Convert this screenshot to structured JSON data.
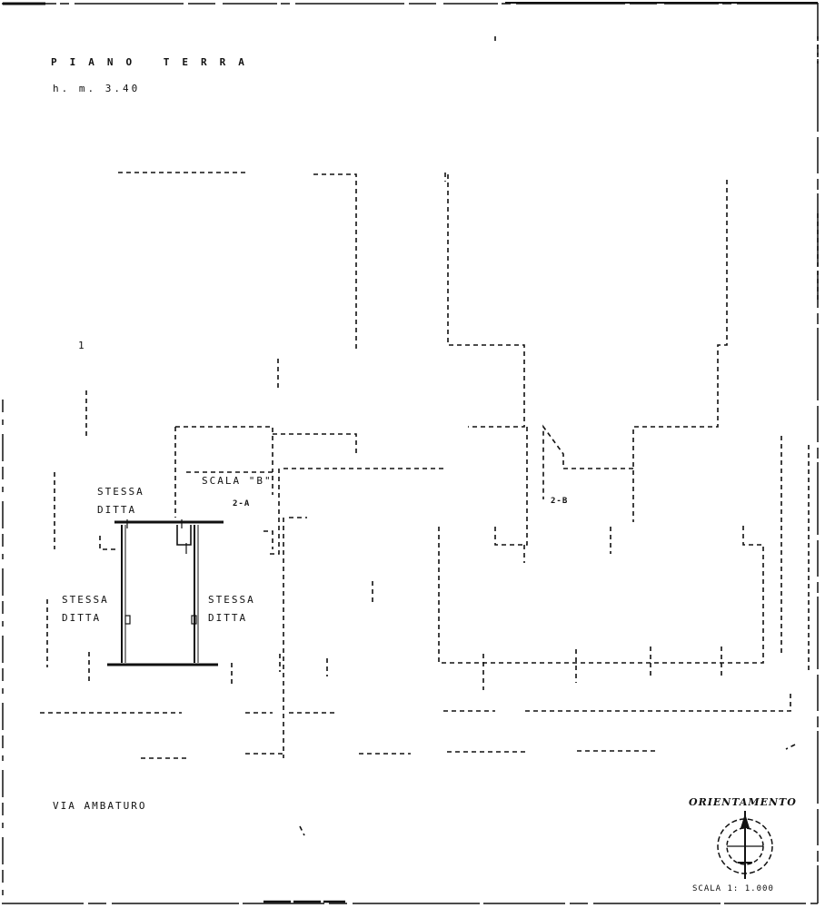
{
  "header": {
    "title": "PIANO TERRA",
    "height": "h. m. 3.40"
  },
  "labels": {
    "stessa_ditta_top": [
      "STESSA",
      "DITTA"
    ],
    "stessa_ditta_left": [
      "STESSA",
      "DITTA"
    ],
    "stessa_ditta_right": [
      "STESSA",
      "DITTA"
    ],
    "scala": "SCALA \"B\"",
    "mark_a": "2-A",
    "mark_b": "2-B",
    "corner_mark": "1"
  },
  "footer": {
    "street": "VIA AMBATURO",
    "orientation": "ORIENTAMENTO",
    "scale": "SCALA 1: 1.000"
  },
  "colors": {
    "ink": "#111111",
    "paper": "#ffffff"
  }
}
